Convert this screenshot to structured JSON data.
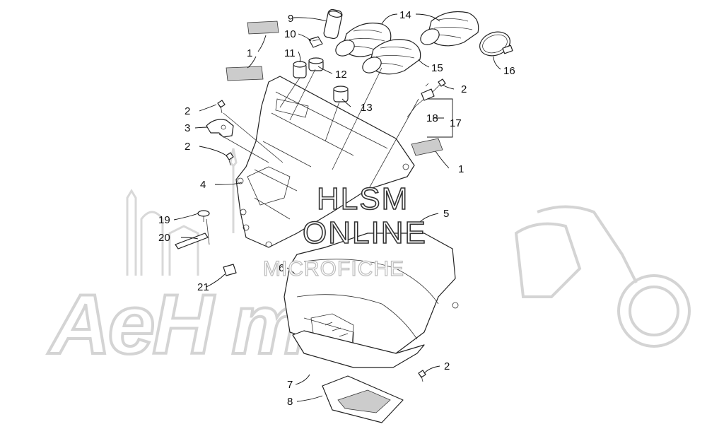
{
  "watermark": {
    "background_text": "AeH  m",
    "hlsm_line1": "HLSM",
    "hlsm_line2": "ONLINE",
    "hlsm_line3": "MICROFICHE"
  },
  "callouts": [
    {
      "id": "c9",
      "label": "9"
    },
    {
      "id": "c14",
      "label": "14"
    },
    {
      "id": "c10",
      "label": "10"
    },
    {
      "id": "c1a",
      "label": "1"
    },
    {
      "id": "c11",
      "label": "11"
    },
    {
      "id": "c12",
      "label": "12"
    },
    {
      "id": "c15",
      "label": "15"
    },
    {
      "id": "c16",
      "label": "16"
    },
    {
      "id": "c2a",
      "label": "2"
    },
    {
      "id": "c13",
      "label": "13"
    },
    {
      "id": "c2b",
      "label": "2"
    },
    {
      "id": "c3",
      "label": "3"
    },
    {
      "id": "c18",
      "label": "18"
    },
    {
      "id": "c17",
      "label": "17"
    },
    {
      "id": "c2c",
      "label": "2"
    },
    {
      "id": "c1b",
      "label": "1"
    },
    {
      "id": "c4",
      "label": "4"
    },
    {
      "id": "c5",
      "label": "5"
    },
    {
      "id": "c19",
      "label": "19"
    },
    {
      "id": "c20",
      "label": "20"
    },
    {
      "id": "c6",
      "label": "6"
    },
    {
      "id": "c21",
      "label": "21"
    },
    {
      "id": "c2d",
      "label": "2"
    },
    {
      "id": "c7",
      "label": "7"
    },
    {
      "id": "c8",
      "label": "8"
    }
  ]
}
